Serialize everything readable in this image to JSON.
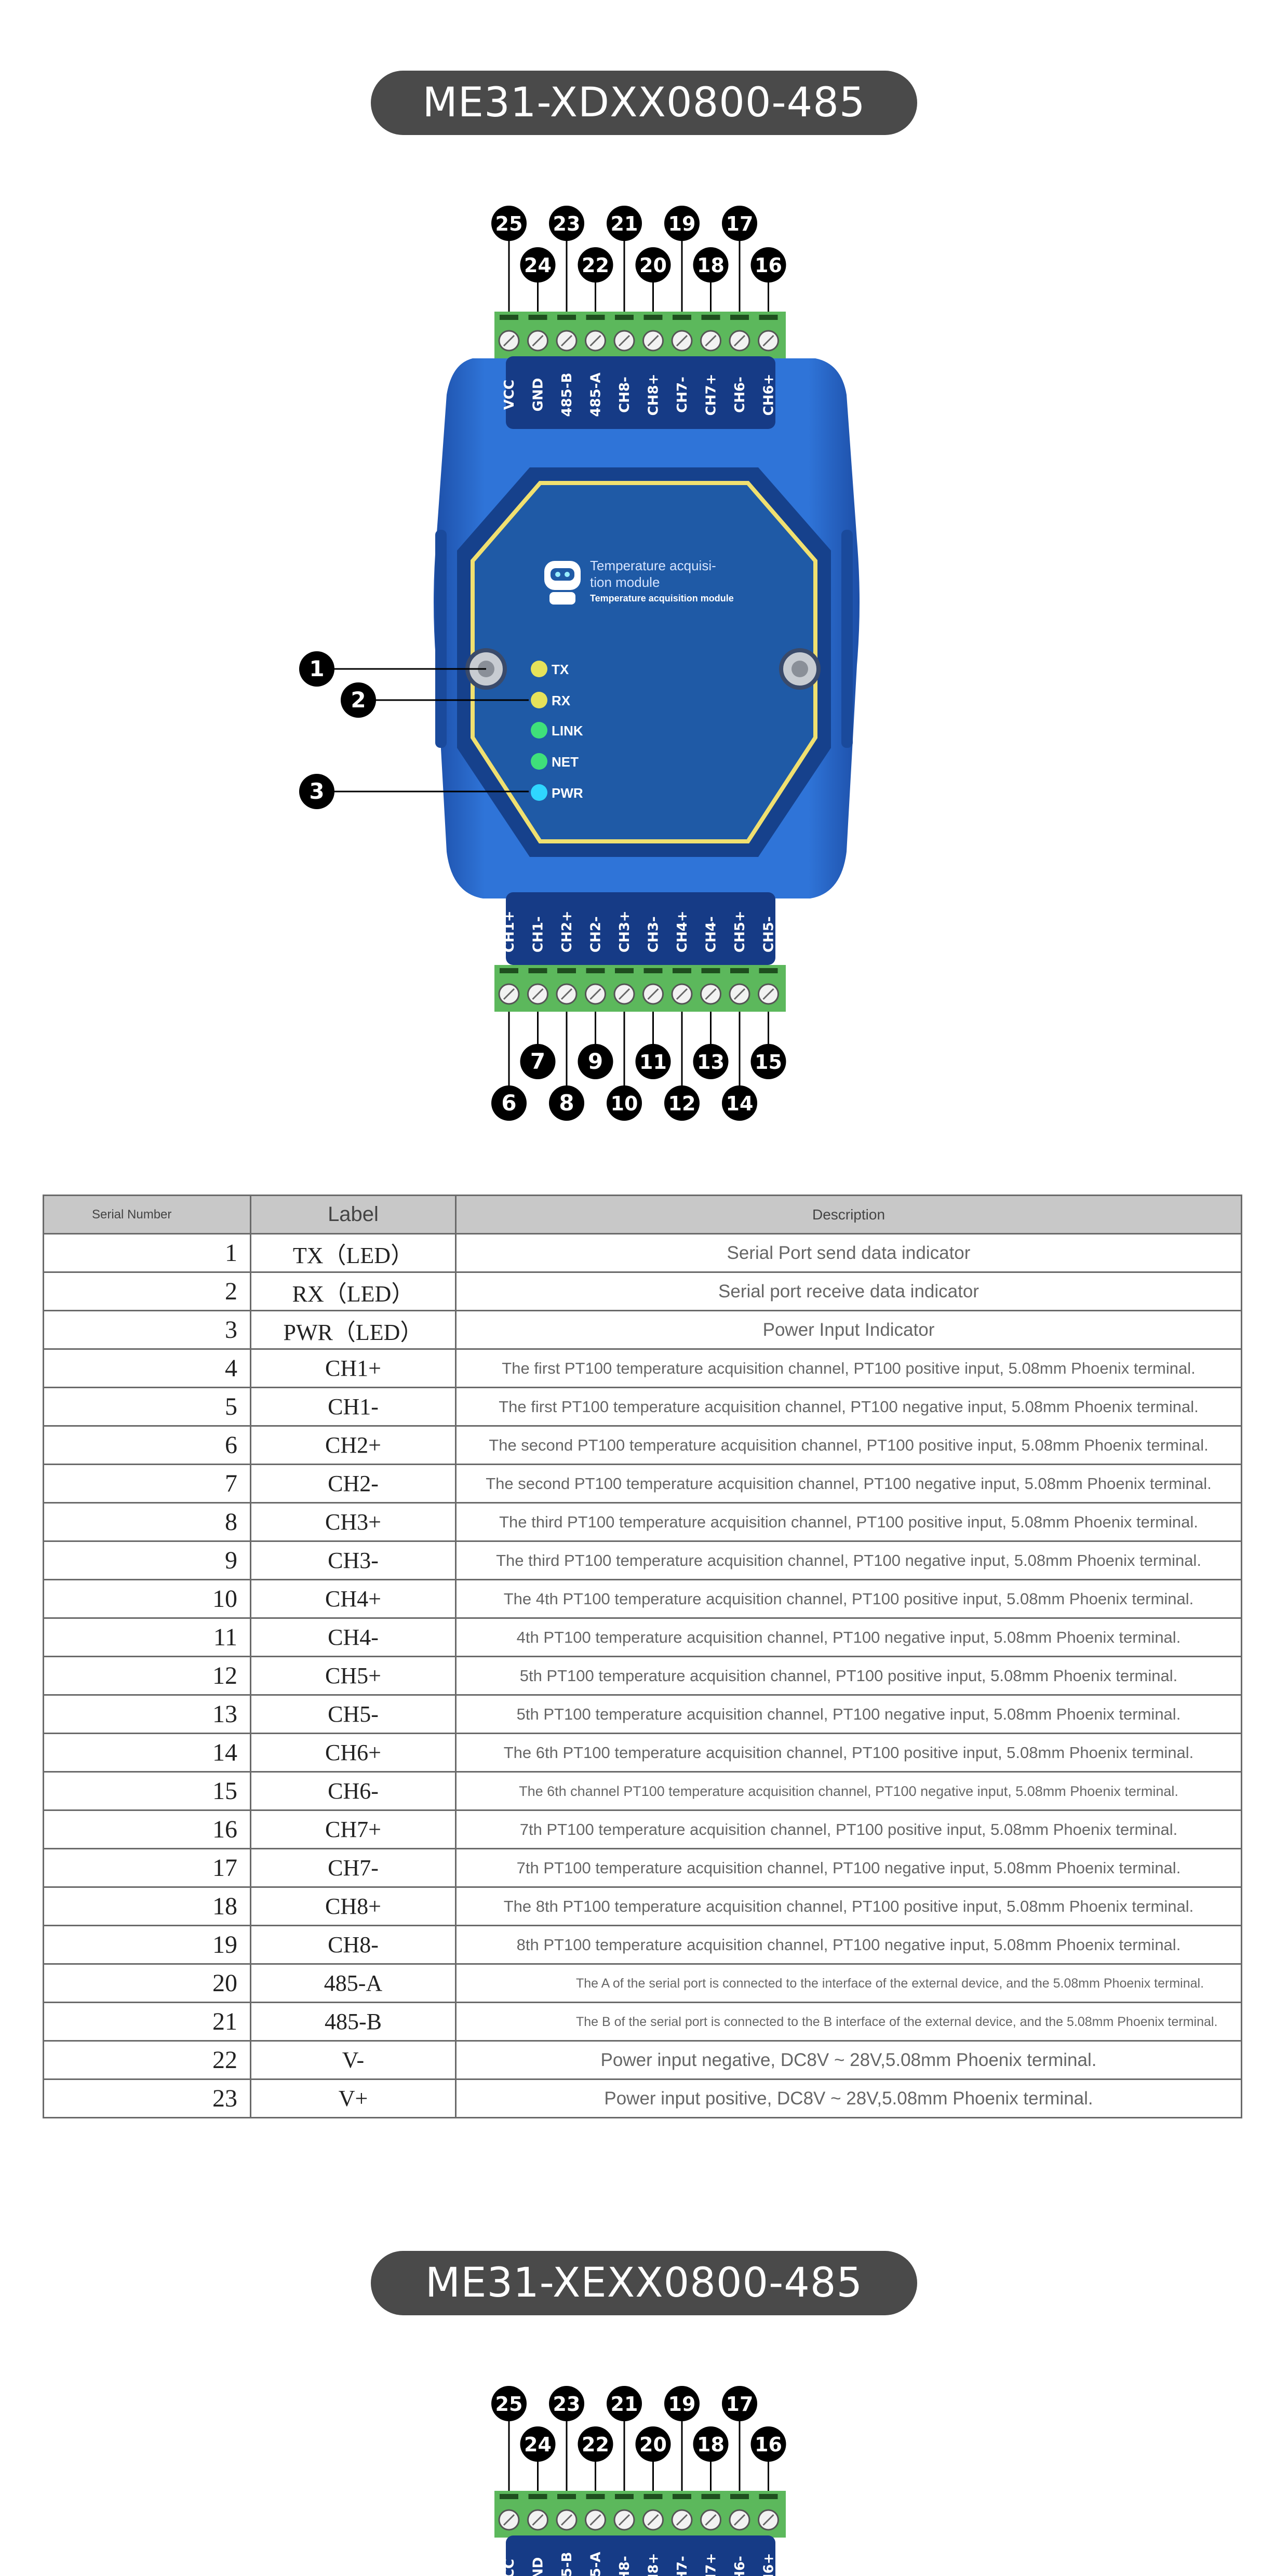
{
  "sections": [
    {
      "title": "ME31-XDXX0800-485"
    },
    {
      "title": "ME31-XEXX0800-485"
    }
  ],
  "device": {
    "panel_title": "Temperature acquisi- tion module",
    "panel_subtitle": "Temperature acquisition module",
    "top_terminal_labels": [
      "VCC",
      "GND",
      "485-B",
      "485-A",
      "CH8-",
      "CH8+",
      "CH7-",
      "CH7+",
      "CH6-",
      "CH6+"
    ],
    "bottom_terminal_labels": [
      "CH1+",
      "CH1-",
      "CH2+",
      "CH2-",
      "CH3+",
      "CH3-",
      "CH4+",
      "CH4-",
      "CH5+",
      "CH5-"
    ],
    "top_callouts_upper": [
      "25",
      "23",
      "21",
      "19",
      "17"
    ],
    "top_callouts_lower": [
      "24",
      "22",
      "20",
      "18",
      "16"
    ],
    "bottom_callouts_upper": [
      "7",
      "9",
      "11",
      "13",
      "15"
    ],
    "bottom_callouts_lower": [
      "6",
      "8",
      "10",
      "12",
      "14"
    ],
    "leds": [
      {
        "label": "TX",
        "color": "#e6e25a"
      },
      {
        "label": "RX",
        "color": "#e6e25a"
      },
      {
        "label": "LINK",
        "color": "#3fe07a"
      },
      {
        "label": "NET",
        "color": "#3fe07a"
      },
      {
        "label": "PWR",
        "color": "#2fd6ff"
      }
    ],
    "side_callouts": [
      "1",
      "2",
      "3"
    ],
    "colors": {
      "body": "#2f74d8",
      "body_dark": "#1d4fa8",
      "panel": "#1f5aa6",
      "panel_border": "#f0e070",
      "terminal": "#5cb85c",
      "label_strip": "#163b86"
    }
  },
  "table": {
    "headers": [
      "Serial Number",
      "Label",
      "Description"
    ],
    "rows": [
      {
        "num": "1",
        "label": "TX（LED）",
        "desc": "Serial Port send data indicator"
      },
      {
        "num": "2",
        "label": "RX（LED）",
        "desc": "Serial port receive data indicator"
      },
      {
        "num": "3",
        "label": "PWR（LED）",
        "desc": "Power Input Indicator"
      },
      {
        "num": "4",
        "label": "CH1+",
        "desc": "The first PT100 temperature acquisition channel, PT100 positive input, 5.08mm Phoenix terminal."
      },
      {
        "num": "5",
        "label": "CH1-",
        "desc": "The first PT100 temperature acquisition channel, PT100 negative input, 5.08mm Phoenix terminal."
      },
      {
        "num": "6",
        "label": "CH2+",
        "desc": "The second PT100 temperature acquisition channel, PT100 positive input, 5.08mm Phoenix terminal."
      },
      {
        "num": "7",
        "label": "CH2-",
        "desc": "The second PT100 temperature acquisition channel, PT100 negative input, 5.08mm Phoenix terminal."
      },
      {
        "num": "8",
        "label": "CH3+",
        "desc": "The third PT100 temperature acquisition channel, PT100 positive input, 5.08mm Phoenix terminal."
      },
      {
        "num": "9",
        "label": "CH3-",
        "desc": "The third PT100 temperature acquisition channel, PT100 negative input, 5.08mm Phoenix terminal."
      },
      {
        "num": "10",
        "label": "CH4+",
        "desc": "The 4th PT100 temperature acquisition channel, PT100 positive input, 5.08mm Phoenix terminal."
      },
      {
        "num": "11",
        "label": "CH4-",
        "desc": "4th PT100 temperature acquisition channel, PT100 negative input, 5.08mm Phoenix terminal."
      },
      {
        "num": "12",
        "label": "CH5+",
        "desc": "5th PT100 temperature acquisition channel, PT100 positive input, 5.08mm Phoenix terminal."
      },
      {
        "num": "13",
        "label": "CH5-",
        "desc": "5th PT100 temperature acquisition channel, PT100 negative input, 5.08mm Phoenix terminal."
      },
      {
        "num": "14",
        "label": "CH6+",
        "desc": "The 6th PT100 temperature acquisition channel, PT100 positive input, 5.08mm Phoenix terminal."
      },
      {
        "num": "15",
        "label": "CH6-",
        "desc": "The 6th channel PT100 temperature acquisition channel, PT100 negative input, 5.08mm Phoenix terminal."
      },
      {
        "num": "16",
        "label": "CH7+",
        "desc": "7th PT100 temperature acquisition channel, PT100 positive input, 5.08mm Phoenix terminal."
      },
      {
        "num": "17",
        "label": "CH7-",
        "desc": "7th PT100 temperature acquisition channel, PT100 negative input, 5.08mm Phoenix terminal."
      },
      {
        "num": "18",
        "label": "CH8+",
        "desc": "The 8th PT100 temperature acquisition channel, PT100 positive input, 5.08mm Phoenix terminal."
      },
      {
        "num": "19",
        "label": "CH8-",
        "desc": "8th PT100 temperature acquisition channel, PT100 negative input, 5.08mm Phoenix terminal."
      },
      {
        "num": "20",
        "label": "485-A",
        "desc": "The A of the serial port is connected to the interface of the external device, and the 5.08mm Phoenix terminal."
      },
      {
        "num": "21",
        "label": "485-B",
        "desc": "The B of the serial port is connected to the B interface of the external device, and the 5.08mm Phoenix terminal."
      },
      {
        "num": "22",
        "label": "V-",
        "desc": "Power input negative, DC8V ~ 28V,5.08mm Phoenix terminal."
      },
      {
        "num": "23",
        "label": "V+",
        "desc": "Power input positive, DC8V ~ 28V,5.08mm Phoenix terminal."
      }
    ]
  }
}
